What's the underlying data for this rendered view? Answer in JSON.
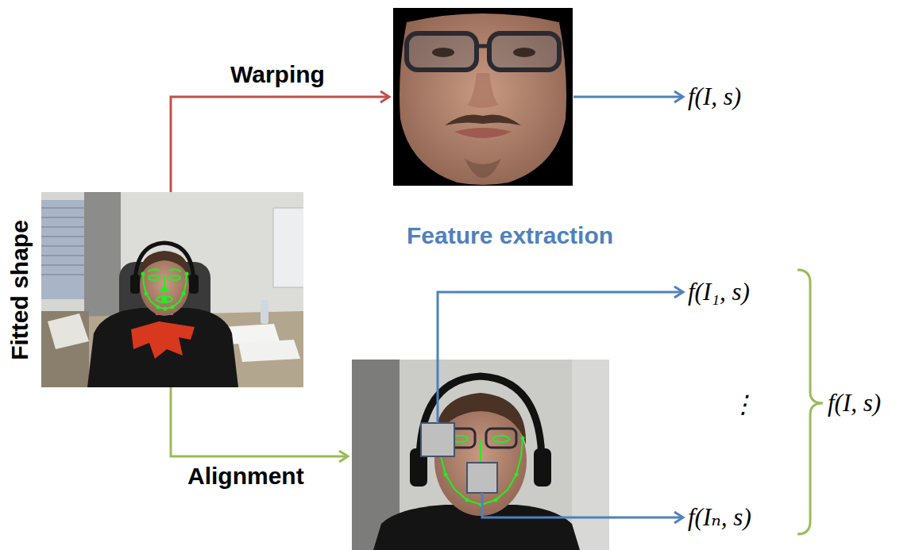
{
  "diagram": {
    "nodes": [
      {
        "text": [
          "Fitted shape"
        ]
      }
    ],
    "labels": [
      "Warping",
      "f(I, s)",
      "Feature extraction",
      "f(I₁, s)",
      "⋮",
      "f(I, s)",
      "Alignment",
      "f(Iₙ, s)"
    ]
  }
}
